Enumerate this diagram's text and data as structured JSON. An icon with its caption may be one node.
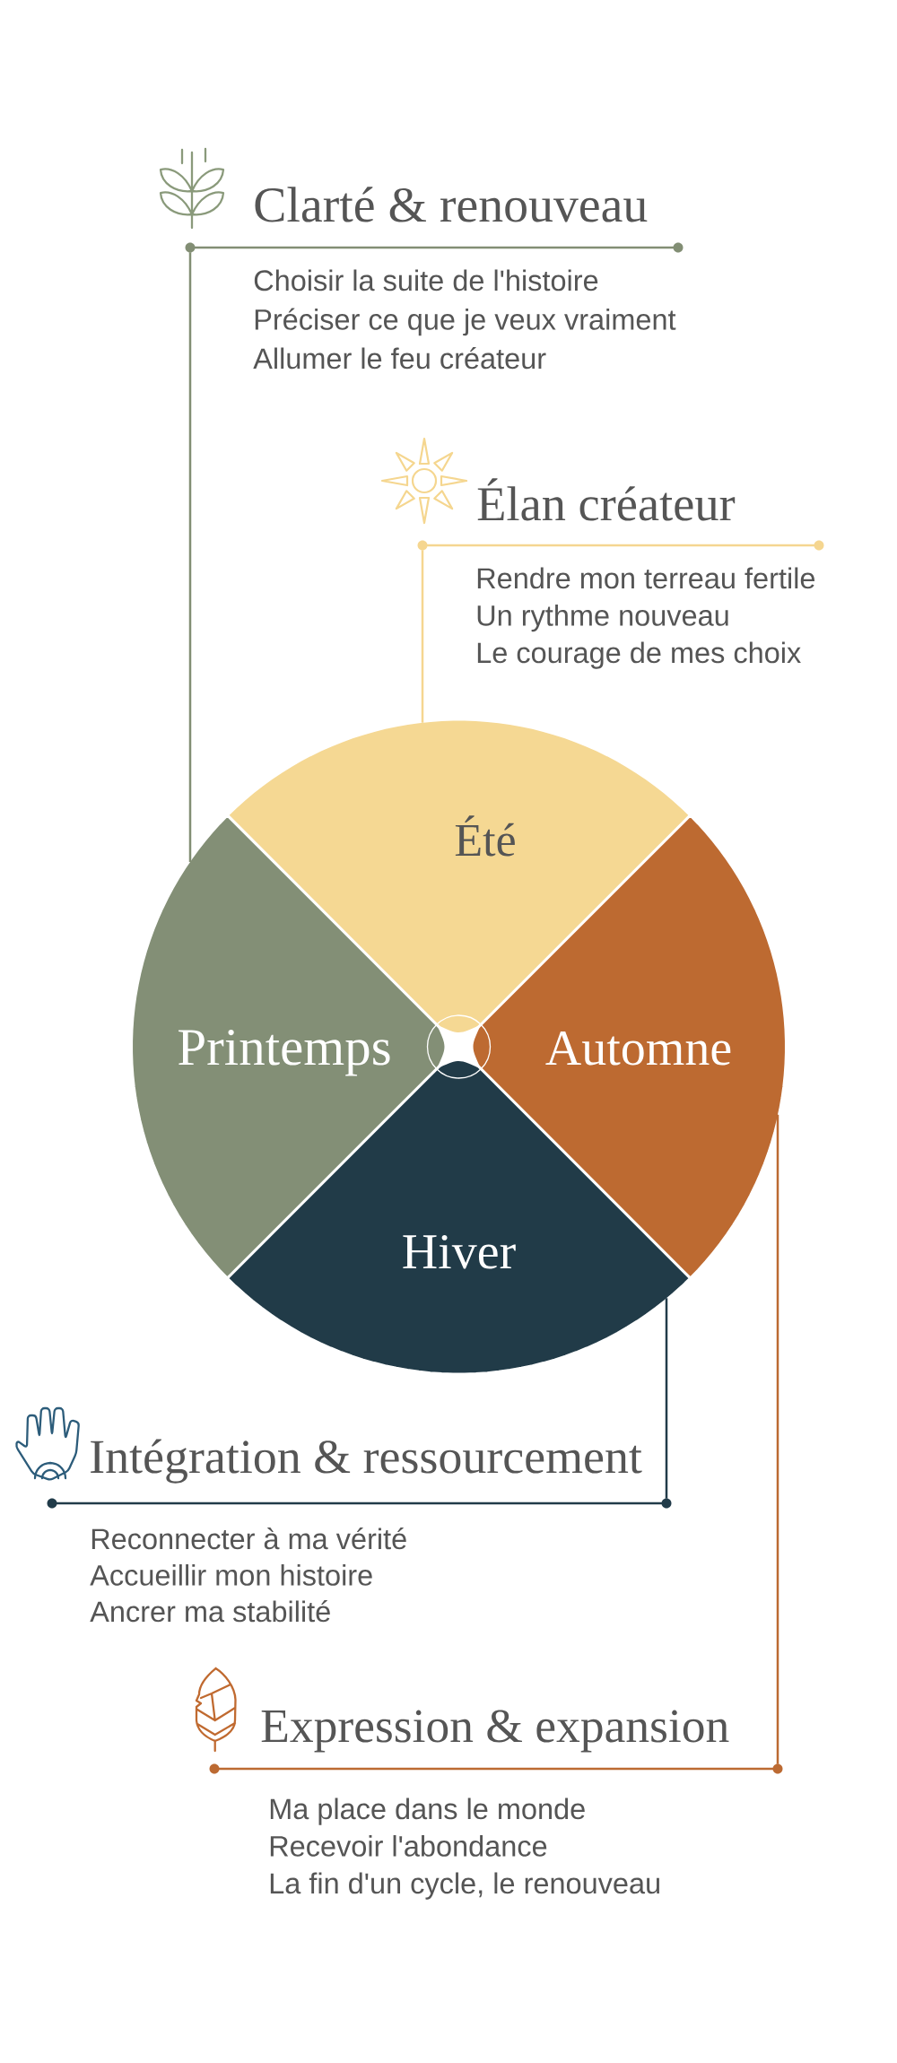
{
  "diagram": {
    "nodes": [
      {
        "text": [
          "Clarté & renouveau",
          "Choisir la suite de l'histoire",
          "Préciser ce que je veux vraiment",
          "Allumer le feu créateur"
        ]
      },
      {
        "text": [
          "Élan créateur",
          "Rendre mon terreau fertile",
          "Un rythme nouveau",
          "Le courage de mes choix"
        ]
      },
      {
        "text": [
          "Été"
        ]
      },
      {
        "text": [
          "Printemps"
        ]
      },
      {
        "text": [
          "Automne"
        ]
      },
      {
        "text": [
          "Hiver"
        ]
      },
      {
        "text": [
          "Intégration & ressourcement",
          "Reconnecter à ma vérité",
          "Accueillir mon histoire",
          "Ancrer ma stabilité"
        ]
      },
      {
        "text": [
          "Expression & expansion",
          "Ma place dans le monde",
          "Recevoir l'abondance",
          "La fin d'un cycle, le renouveau"
        ]
      }
    ],
    "edges": [
      {
        "from": 3,
        "to": 0,
        "arrow": "none",
        "color": "#828e74"
      },
      {
        "from": 2,
        "to": 1,
        "arrow": "none",
        "color": "#f5d690"
      },
      {
        "from": 5,
        "to": 6,
        "arrow": "none",
        "color": "#213b49"
      },
      {
        "from": 4,
        "to": 7,
        "arrow": "none",
        "color": "#bc6a32"
      }
    ]
  }
}
